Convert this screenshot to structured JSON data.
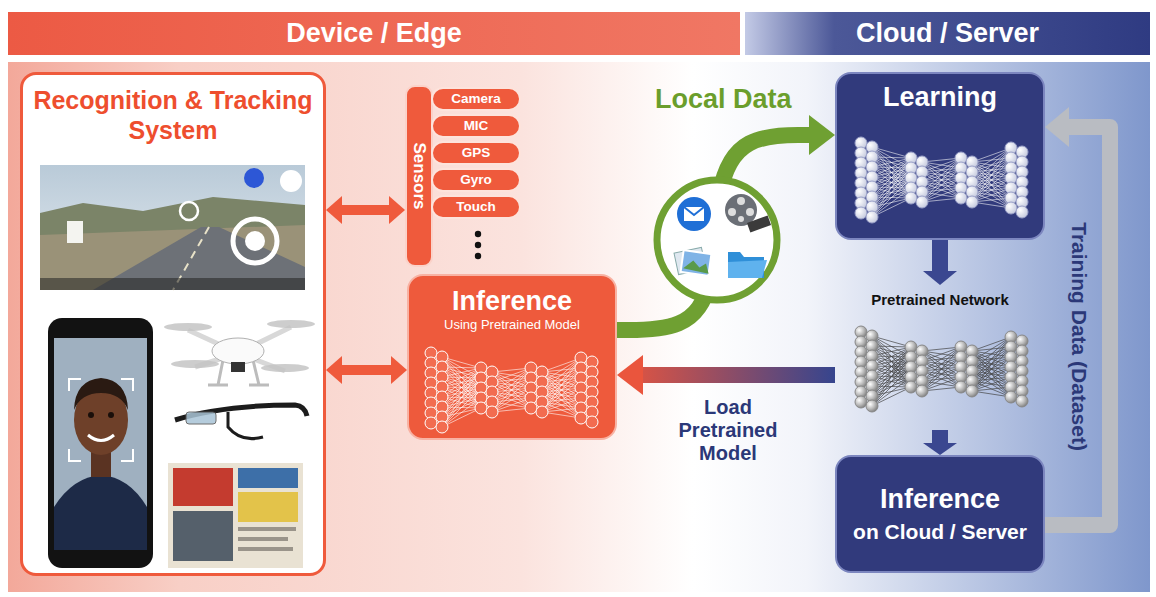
{
  "diagram": {
    "nodes": [
      {
        "text": [
          "Device / Edge"
        ]
      },
      {
        "text": [
          "Cloud / Server"
        ]
      },
      {
        "text": [
          "Recognition & Tracking System"
        ]
      },
      {
        "text": [
          "Sensors"
        ]
      },
      {
        "text": [
          "Camera"
        ],
        "in": 3
      },
      {
        "text": [
          "MIC"
        ],
        "in": 3
      },
      {
        "text": [
          "GPS"
        ],
        "in": 3
      },
      {
        "text": [
          "Gyro"
        ],
        "in": 3
      },
      {
        "text": [
          "Touch"
        ],
        "in": 3
      },
      {
        "text": [
          "Inference",
          "Using Pretrained Model"
        ]
      },
      {
        "text": [
          "Learning"
        ]
      },
      {
        "text": [
          "Pretrained Network"
        ]
      },
      {
        "text": [
          "Inference",
          "on Cloud / Server"
        ]
      }
    ],
    "edges": [
      {
        "from": 2,
        "to": 3,
        "arrow": "both"
      },
      {
        "from": 2,
        "to": 9,
        "arrow": "both"
      },
      {
        "from": 9,
        "to": 10,
        "arrow": "to",
        "label": "Local Data"
      },
      {
        "from": 10,
        "to": 11,
        "arrow": "to"
      },
      {
        "from": 11,
        "to": 12,
        "arrow": "to"
      },
      {
        "from": 12,
        "to": 10,
        "arrow": "to",
        "label": "Training Data (Dataset)"
      },
      {
        "from": 11,
        "to": 9,
        "arrow": "to",
        "label": "Load Pretrained Model"
      }
    ]
  }
}
